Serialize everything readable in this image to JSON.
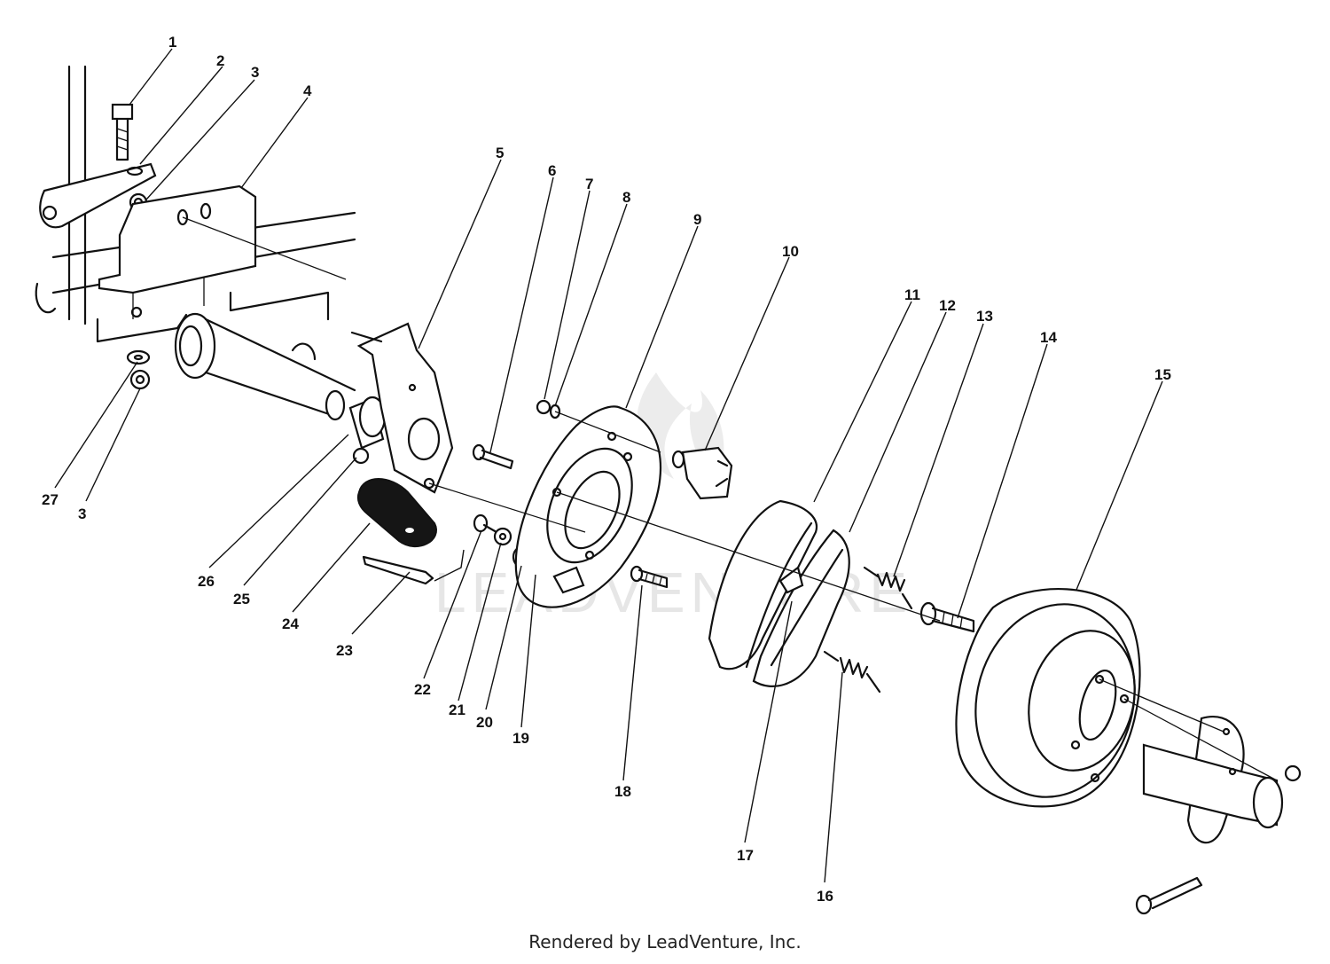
{
  "watermark": "LEADVENTURE",
  "footer": {
    "text": "Rendered by LeadVenture, Inc."
  },
  "callouts": [
    "1",
    "2",
    "3",
    "4",
    "5",
    "6",
    "7",
    "8",
    "9",
    "10",
    "11",
    "12",
    "13",
    "14",
    "15",
    "16",
    "17",
    "18",
    "19",
    "20",
    "21",
    "22",
    "23",
    "24",
    "25",
    "26",
    "27",
    "3"
  ]
}
